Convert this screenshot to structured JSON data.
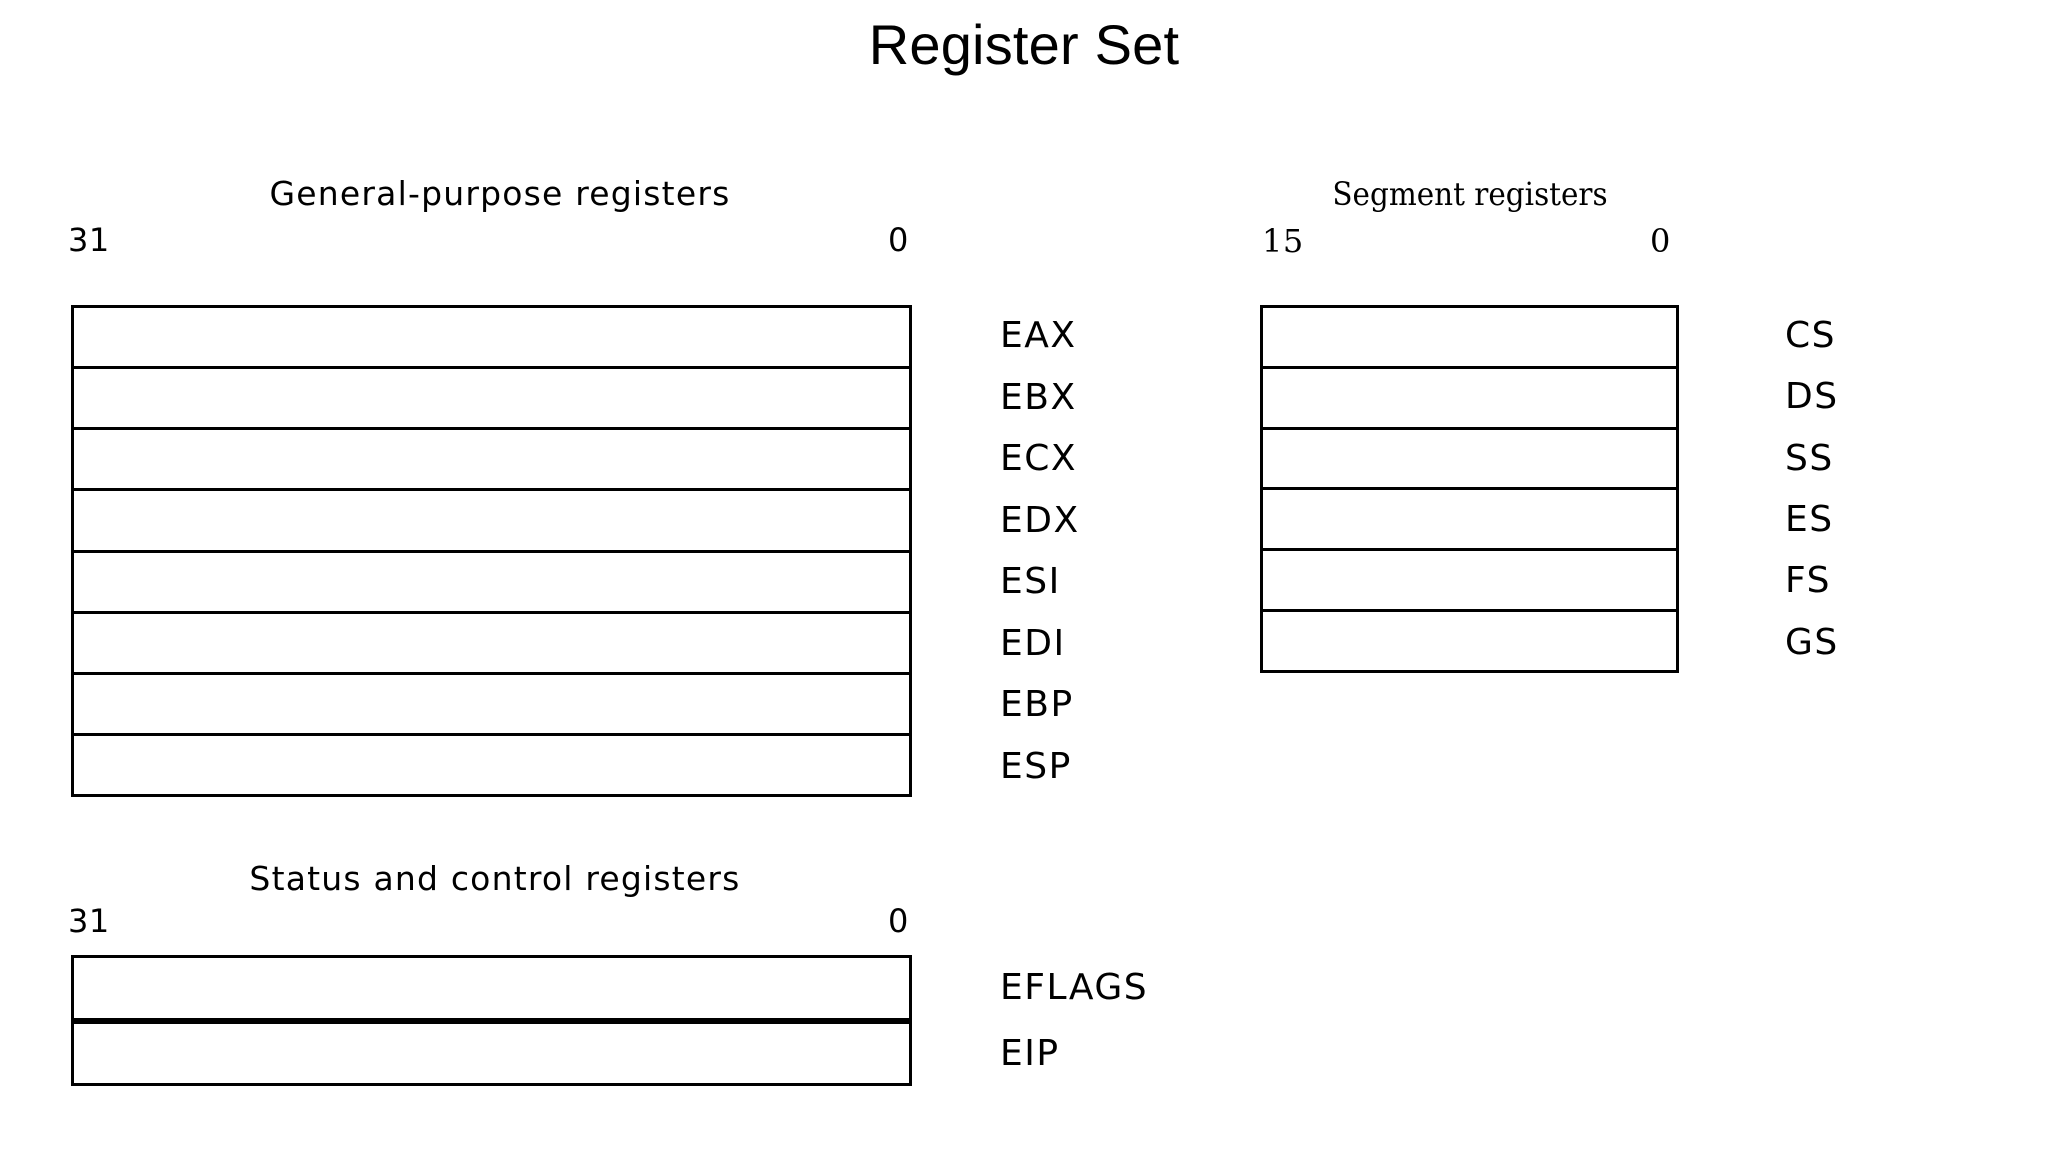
{
  "title": "Register Set",
  "sections": {
    "general_purpose": {
      "heading": "General-purpose registers",
      "bit_high": "31",
      "bit_low": "0",
      "registers": [
        "EAX",
        "EBX",
        "ECX",
        "EDX",
        "ESI",
        "EDI",
        "EBP",
        "ESP"
      ]
    },
    "segment": {
      "heading": "Segment registers",
      "bit_high": "15",
      "bit_low": "0",
      "registers": [
        "CS",
        "DS",
        "SS",
        "ES",
        "FS",
        "GS"
      ]
    },
    "status_control": {
      "heading": "Status and control registers",
      "bit_high": "31",
      "bit_low": "0",
      "registers": [
        "EFLAGS",
        "EIP"
      ]
    }
  },
  "colors": {
    "background": "#ffffff",
    "stroke": "#000000",
    "text": "#000000"
  }
}
